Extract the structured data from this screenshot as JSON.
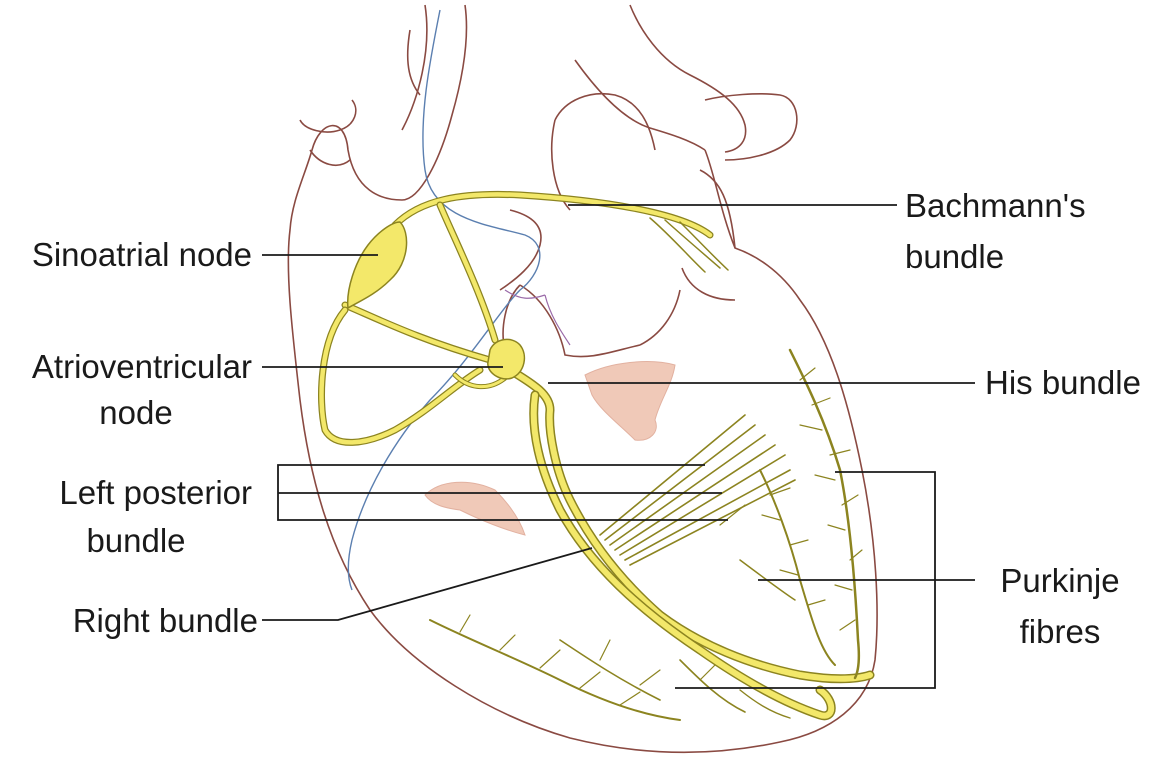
{
  "labels": {
    "sinoatrial_node": "Sinoatrial node",
    "atrioventricular_node_line1": "Atrioventricular",
    "atrioventricular_node_line2": "node",
    "left_posterior_bundle_line1": "Left posterior",
    "left_posterior_bundle_line2": "bundle",
    "right_bundle": "Right bundle",
    "bachmanns_bundle_line1": "Bachmann's",
    "bachmanns_bundle_line2": "bundle",
    "his_bundle": "His bundle",
    "purkinje_fibres_line1": "Purkinje",
    "purkinje_fibres_line2": "fibres"
  },
  "colors": {
    "heart_outline": "#8a4a42",
    "conduction_system": "#f3e86a",
    "conduction_stroke": "#8c8420",
    "vessel_line": "#5b7fb0",
    "valve_fill": "#f0c9b8",
    "leader_line": "#1a1a1a"
  }
}
